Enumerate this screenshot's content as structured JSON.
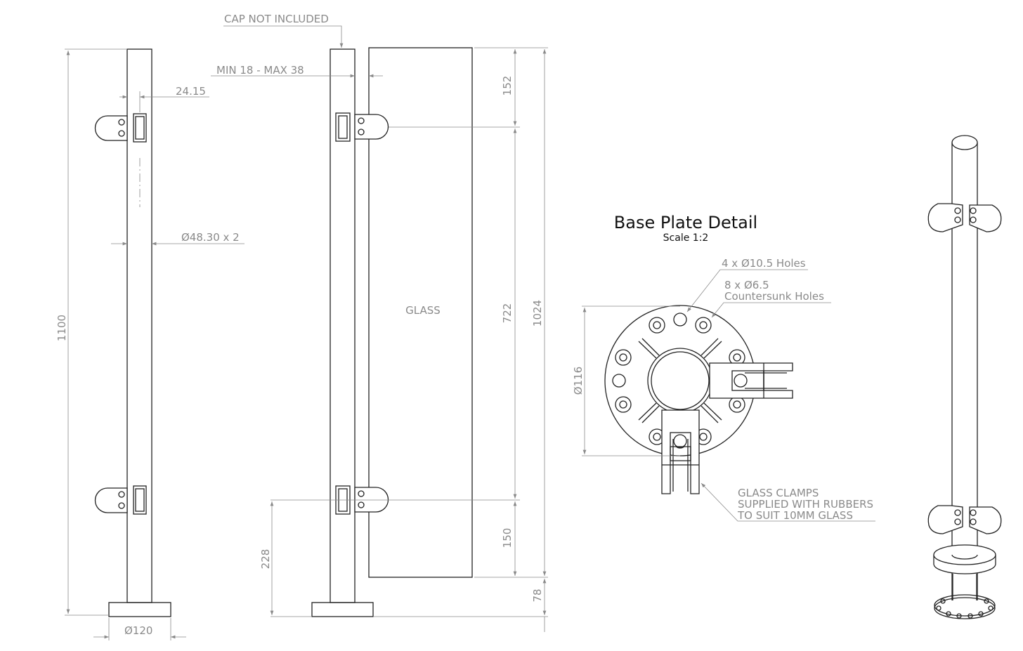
{
  "side_view": {
    "overall_height": "1100",
    "half_diameter": "24.15",
    "tube_spec": "Ø48.30 x 2",
    "base_diameter": "Ø120"
  },
  "front_view": {
    "cap_note": "CAP NOT INCLUDED",
    "gap_note": "MIN 18 - MAX 38",
    "glass_label": "GLASS",
    "dim_top": "152",
    "dim_mid": "722",
    "dim_bottom": "150",
    "dim_glass": "1024",
    "dim_floor": "78",
    "dim_lower_clamp": "228"
  },
  "detail": {
    "title": "Base Plate Detail",
    "scale": "Scale 1:2",
    "holes_note": "4 x Ø10.5 Holes",
    "cs_line1": "8 x Ø6.5",
    "cs_line2": "Countersunk Holes",
    "plate_diameter": "Ø116",
    "clamp_line1": "GLASS CLAMPS",
    "clamp_line2": "SUPPLIED WITH RUBBERS",
    "clamp_line3": "TO SUIT 10MM GLASS"
  },
  "colors": {
    "line": "#222222",
    "dimension": "#8a8a8a"
  }
}
